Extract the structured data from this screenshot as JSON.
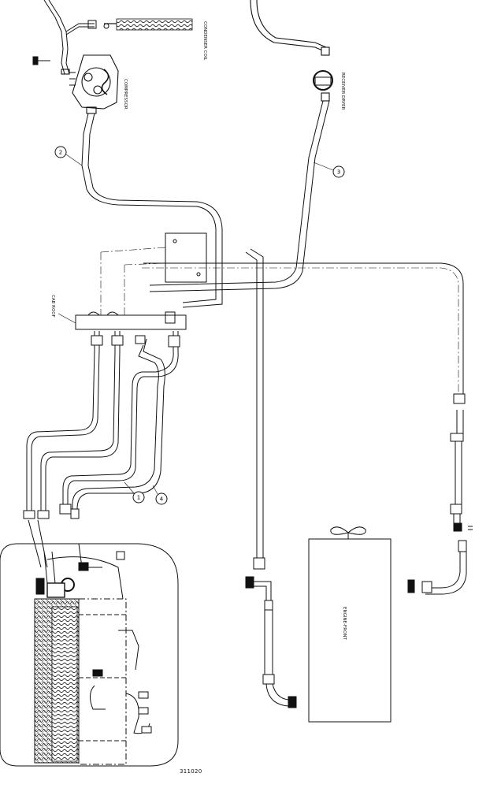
{
  "labels": {
    "condenser_coil": "CONDENSER COIL",
    "compressor": "COMPRESSOR",
    "receiver_dryer": "RECEIVER DRYER",
    "cab_roof": "CAB ROOF",
    "engine_front": "ENGINE-FRONT"
  },
  "callouts": [
    "1",
    "2",
    "3",
    "4"
  ],
  "figure_number": "311020"
}
